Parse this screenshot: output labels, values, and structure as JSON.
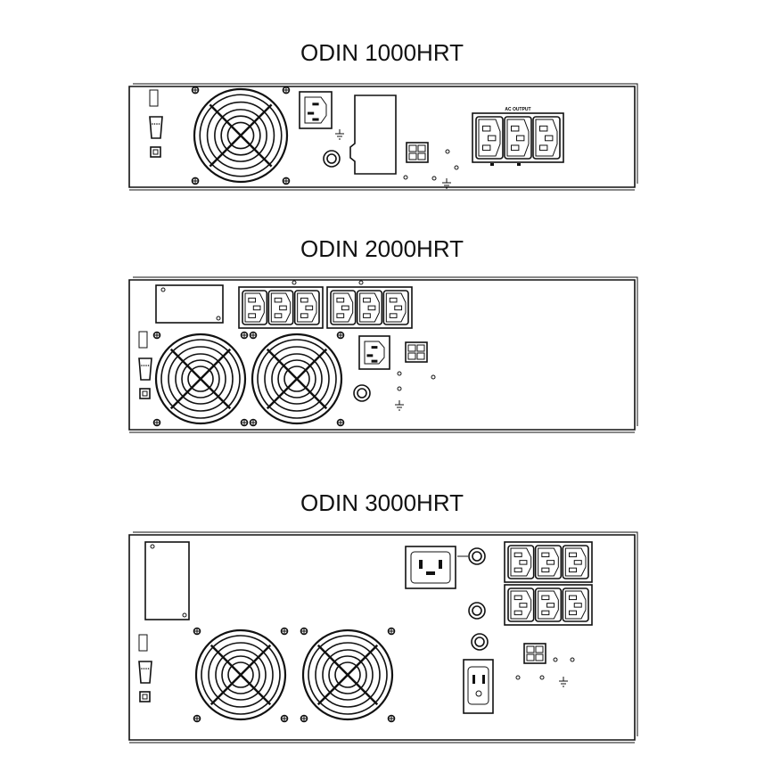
{
  "models": [
    {
      "title": "ODIN 1000HRT",
      "output_label": "AC OUTPUT"
    },
    {
      "title": "ODIN 2000HRT"
    },
    {
      "title": "ODIN 3000HRT"
    }
  ],
  "colors": {
    "line": "#111111",
    "background": "#ffffff"
  }
}
